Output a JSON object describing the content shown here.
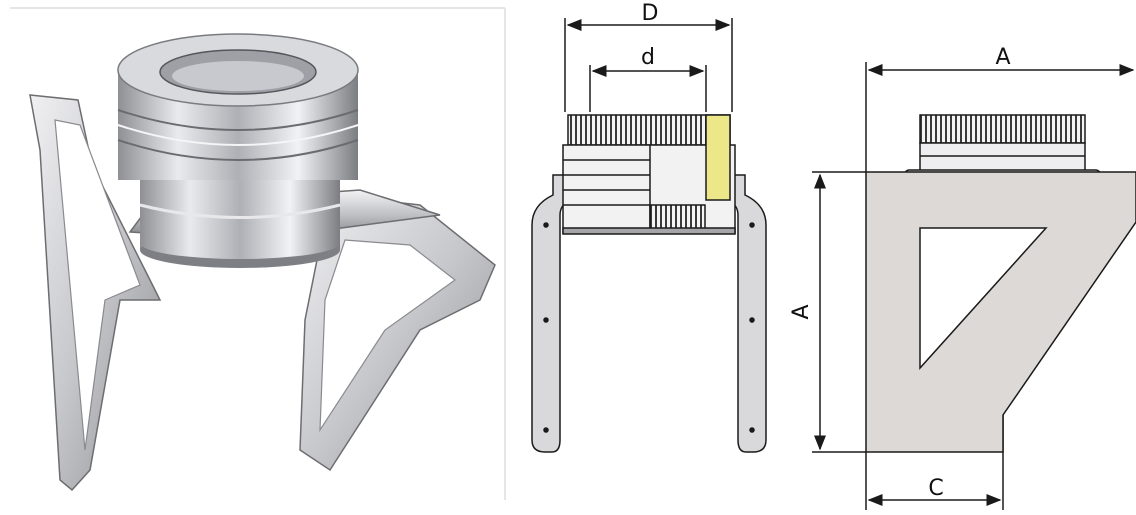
{
  "labels": {
    "front_outer_diameter": "D",
    "front_inner_diameter": "d",
    "side_top_width": "A",
    "side_height": "A",
    "side_bottom_offset": "C"
  },
  "colors": {
    "line": "#1a1a1a",
    "steel_light": "#e8e8ea",
    "steel_mid": "#b9b9bd",
    "steel_dark": "#6f6f74",
    "bracket_fill": "#ddd9d6",
    "insulation": "#ece88a"
  }
}
